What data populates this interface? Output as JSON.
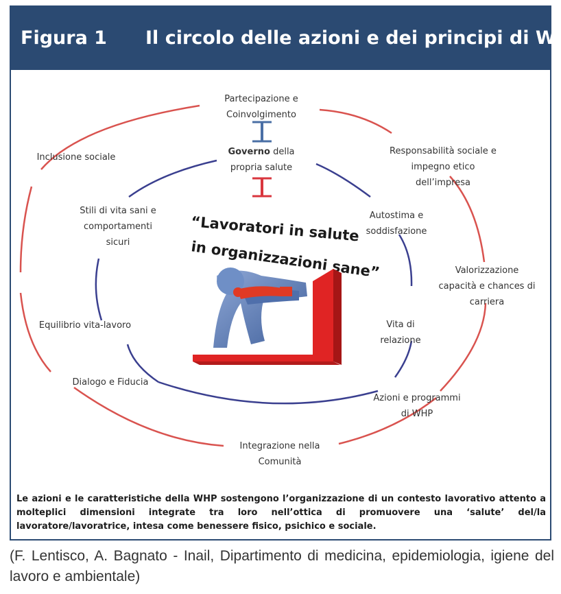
{
  "header": {
    "figure_label": "Figura 1",
    "title": "Il circolo delle azioni e dei principi di WHP"
  },
  "diagram": {
    "outer_labels": {
      "top": [
        "Partecipazione e",
        "Coinvolgimento"
      ],
      "responsabilita": [
        "Responsabilità sociale e",
        "impegno etico",
        "dell’impresa"
      ],
      "valorizzazione": [
        "Valorizzazione",
        "capacità e chances di",
        "carriera"
      ],
      "azioni": [
        "Azioni e programmi",
        "di WHP"
      ],
      "integrazione": [
        "Integrazione nella",
        "Comunità"
      ],
      "dialogo": [
        "Dialogo e Fiducia"
      ],
      "equilibrio": [
        "Equilibrio vita-lavoro"
      ],
      "inclusione": [
        "Inclusione sociale"
      ]
    },
    "inner_labels": {
      "governo_bold": "Governo",
      "governo_rest": " della",
      "governo_line2": "propria salute",
      "stili": [
        "Stili di vita sani e",
        "comportamenti",
        "sicuri"
      ],
      "autostima": [
        "Autostima e",
        "soddisfazione"
      ],
      "vita": [
        "Vita di",
        "relazione"
      ]
    },
    "slogan": {
      "line1": "“Lavoratori in salute",
      "line2": "in organizzazioni sane”"
    },
    "colors": {
      "outer_circle": "#d9534f",
      "inner_circle": "#3a3f8f",
      "arrow_blue": "#4a6fa5",
      "arrow_red": "#d9363e",
      "figure_blue": "#5b7fb8",
      "stair_red": "#e02424"
    }
  },
  "caption": "Le azioni e le caratteristiche della WHP sostengono l’organizzazione di un contesto lavorativo attento a molteplici dimensioni integrate tra loro nell’ottica di promuovere una ‘salute’ del/la lavoratore/lavoratrice, intesa come benessere fisico, psichico e sociale.",
  "source": "(F. Lentisco, A. Bagnato - Inail, Dipartimento di medicina, epidemiologia, igiene del lavoro e ambientale)"
}
